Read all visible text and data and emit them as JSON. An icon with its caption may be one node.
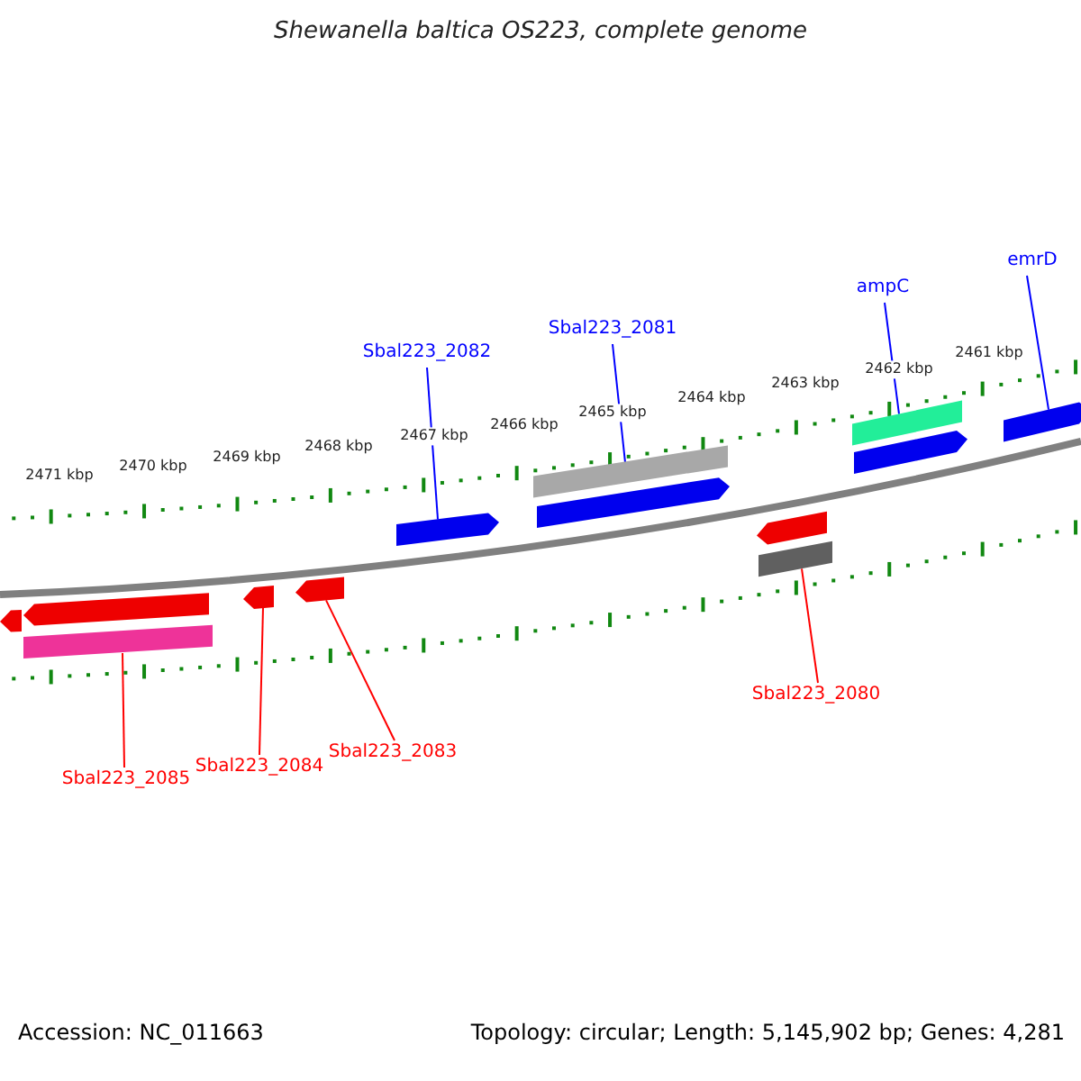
{
  "diagram": {
    "title": "Shewanella baltica OS223, complete genome",
    "nodes": [
      {
        "text": [
          "emrD"
        ]
      },
      {
        "text": [
          "ampC"
        ]
      },
      {
        "text": [
          "Sbal223_2081"
        ]
      },
      {
        "text": [
          "Sbal223_2082"
        ]
      },
      {
        "text": [
          "Sbal223_2080"
        ]
      },
      {
        "text": [
          "Sbal223_2083"
        ]
      },
      {
        "text": [
          "Sbal223_2084"
        ]
      },
      {
        "text": [
          "Sbal223_2085"
        ]
      },
      {
        "text": [],
        "shape": "pentagon"
      },
      {
        "text": [],
        "shape": "bar"
      },
      {
        "text": [],
        "shape": "pentagon"
      },
      {
        "text": [],
        "shape": "bar"
      },
      {
        "text": [],
        "shape": "pentagon"
      },
      {
        "text": [],
        "shape": "pentagon"
      },
      {
        "text": [],
        "shape": "pentagon"
      },
      {
        "text": [],
        "shape": "pentagon"
      },
      {
        "text": [],
        "shape": "bar"
      },
      {
        "text": [],
        "shape": "pentagon"
      },
      {
        "text": [],
        "shape": "pentagon"
      },
      {
        "text": [],
        "shape": "pentagon"
      },
      {
        "text": [],
        "shape": "bar"
      }
    ],
    "edges": [
      {
        "from": 0,
        "to": 13,
        "arrow": "none",
        "color": "#0000ff"
      },
      {
        "from": 1,
        "to": 11,
        "arrow": "none",
        "color": "#0000ff"
      },
      {
        "from": 2,
        "to": 9,
        "arrow": "none",
        "color": "#0000ff"
      },
      {
        "from": 3,
        "to": 8,
        "arrow": "none",
        "color": "#0000ff"
      },
      {
        "from": 4,
        "to": 20,
        "arrow": "none",
        "color": "#ff0000"
      },
      {
        "from": 5,
        "to": 18,
        "arrow": "none",
        "color": "#ff0000"
      },
      {
        "from": 6,
        "to": 17,
        "arrow": "none",
        "color": "#ff0000"
      },
      {
        "from": 7,
        "to": 16,
        "arrow": "none",
        "color": "#ff0000"
      }
    ],
    "labels": [
      "2471 kbp",
      "2470 kbp",
      "2469 kbp",
      "2468 kbp",
      "2467 kbp",
      "2466 kbp",
      "2465 kbp",
      "2464 kbp",
      "2463 kbp",
      "2462 kbp",
      "2461 kbp",
      "Accession: NC_011663",
      "Topology: circular; Length: 5,145,902 bp; Genes: 4,281"
    ]
  }
}
